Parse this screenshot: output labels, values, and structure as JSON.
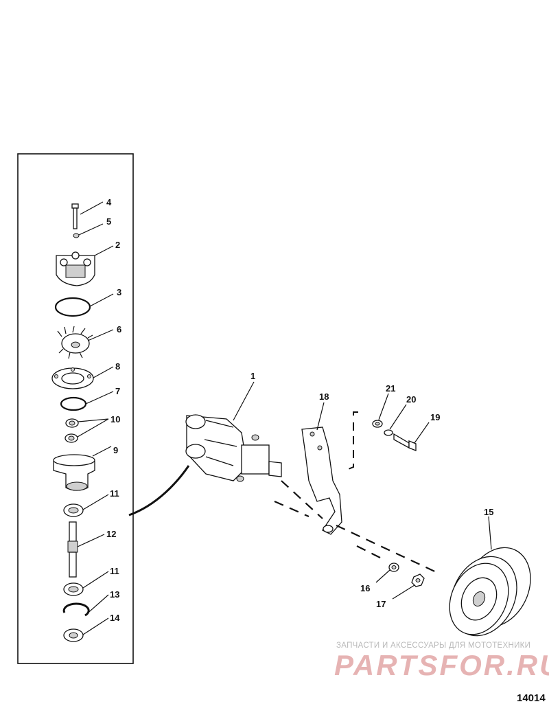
{
  "callouts": {
    "c1": "1",
    "c2": "2",
    "c3": "3",
    "c4": "4",
    "c5": "5",
    "c6": "6",
    "c7": "7",
    "c8": "8",
    "c9": "9",
    "c10": "10",
    "c11a": "11",
    "c11b": "11",
    "c12": "12",
    "c13": "13",
    "c14": "14",
    "c15": "15",
    "c16": "16",
    "c17": "17",
    "c18": "18",
    "c19": "19",
    "c20": "20",
    "c21": "21"
  },
  "figure_number": "14014",
  "watermark": {
    "tagline": "ЗАПЧАСТИ И АКСЕССУАРЫ ДЛЯ МОТОТЕХНИКИ",
    "brand": "PARTSFOR.RU"
  }
}
